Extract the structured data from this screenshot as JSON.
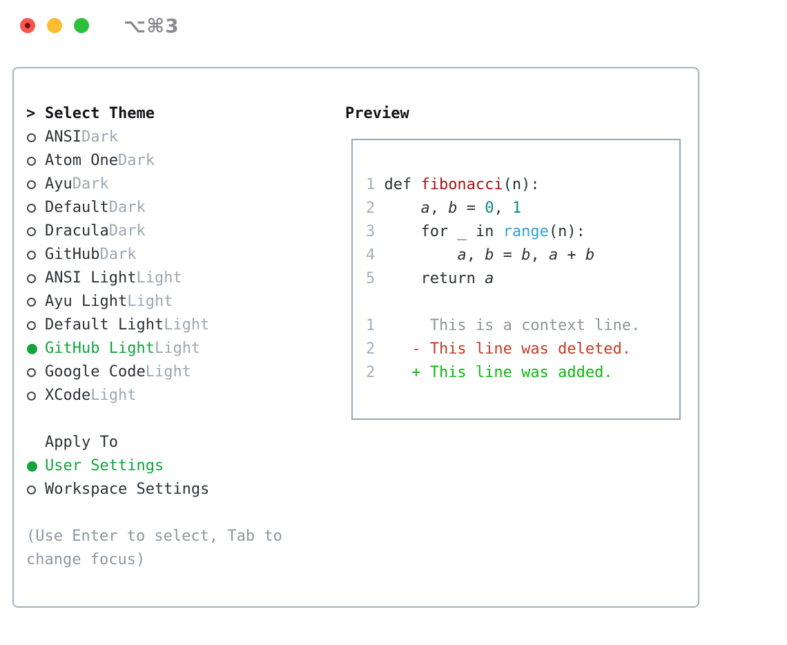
{
  "window": {
    "title": "⌥⌘3",
    "traffic_lights": [
      "close",
      "minimize",
      "zoom"
    ]
  },
  "theme_picker": {
    "prompt_char": ">",
    "header": "Select Theme",
    "themes": [
      {
        "name": "ANSI",
        "tag": "Dark",
        "selected": false
      },
      {
        "name": "Atom One",
        "tag": "Dark",
        "selected": false
      },
      {
        "name": "Ayu",
        "tag": "Dark",
        "selected": false
      },
      {
        "name": "Default",
        "tag": "Dark",
        "selected": false
      },
      {
        "name": "Dracula",
        "tag": "Dark",
        "selected": false
      },
      {
        "name": "GitHub",
        "tag": "Dark",
        "selected": false
      },
      {
        "name": "ANSI Light",
        "tag": "Light",
        "selected": false
      },
      {
        "name": "Ayu Light",
        "tag": "Light",
        "selected": false
      },
      {
        "name": "Default Light",
        "tag": "Light",
        "selected": false
      },
      {
        "name": "GitHub Light",
        "tag": "Light",
        "selected": true
      },
      {
        "name": "Google Code",
        "tag": "Light",
        "selected": false
      },
      {
        "name": "XCode",
        "tag": "Light",
        "selected": false
      }
    ],
    "apply_to": {
      "header": "Apply To",
      "options": [
        {
          "label": "User Settings",
          "selected": true
        },
        {
          "label": "Workspace Settings",
          "selected": false
        }
      ]
    },
    "hint": "(Use Enter to select, Tab to change focus)"
  },
  "preview": {
    "header": "Preview",
    "code_lines": [
      {
        "num": "1",
        "tokens": [
          {
            "text": "def ",
            "style": "plain"
          },
          {
            "text": "fibonacci",
            "style": "func"
          },
          {
            "text": "(n):",
            "style": "plain"
          }
        ]
      },
      {
        "num": "2",
        "tokens": [
          {
            "text": "    ",
            "style": "plain"
          },
          {
            "text": "a",
            "style": "var"
          },
          {
            "text": ", ",
            "style": "plain"
          },
          {
            "text": "b",
            "style": "var"
          },
          {
            "text": " = ",
            "style": "plain"
          },
          {
            "text": "0",
            "style": "num"
          },
          {
            "text": ", ",
            "style": "plain"
          },
          {
            "text": "1",
            "style": "num"
          }
        ]
      },
      {
        "num": "3",
        "tokens": [
          {
            "text": "    for _ in ",
            "style": "plain"
          },
          {
            "text": "range",
            "style": "builtin"
          },
          {
            "text": "(n):",
            "style": "plain"
          }
        ]
      },
      {
        "num": "4",
        "tokens": [
          {
            "text": "        ",
            "style": "plain"
          },
          {
            "text": "a",
            "style": "var"
          },
          {
            "text": ", ",
            "style": "plain"
          },
          {
            "text": "b",
            "style": "var"
          },
          {
            "text": " = ",
            "style": "plain"
          },
          {
            "text": "b",
            "style": "var"
          },
          {
            "text": ", ",
            "style": "plain"
          },
          {
            "text": "a",
            "style": "var"
          },
          {
            "text": " + ",
            "style": "plain"
          },
          {
            "text": "b",
            "style": "var"
          }
        ]
      },
      {
        "num": "5",
        "tokens": [
          {
            "text": "    return ",
            "style": "plain"
          },
          {
            "text": "a",
            "style": "var"
          }
        ]
      },
      {
        "num": "",
        "tokens": []
      },
      {
        "num": "1",
        "tokens": [
          {
            "text": "     This is a context line.",
            "style": "context"
          }
        ]
      },
      {
        "num": "2",
        "tokens": [
          {
            "text": "   - This line was deleted.",
            "style": "deleted"
          }
        ]
      },
      {
        "num": "2",
        "tokens": [
          {
            "text": "   + This line was added.",
            "style": "added"
          }
        ]
      }
    ]
  },
  "colors": {
    "accent_green": "#12a43c",
    "added_green": "#0ab70e",
    "deleted_red": "#c23b28",
    "function_red": "#a51414",
    "number_teal": "#0b8686",
    "builtin_blue": "#2f9fd8",
    "muted_gray": "#9da7b1",
    "border_gray": "#a6b0bb"
  }
}
